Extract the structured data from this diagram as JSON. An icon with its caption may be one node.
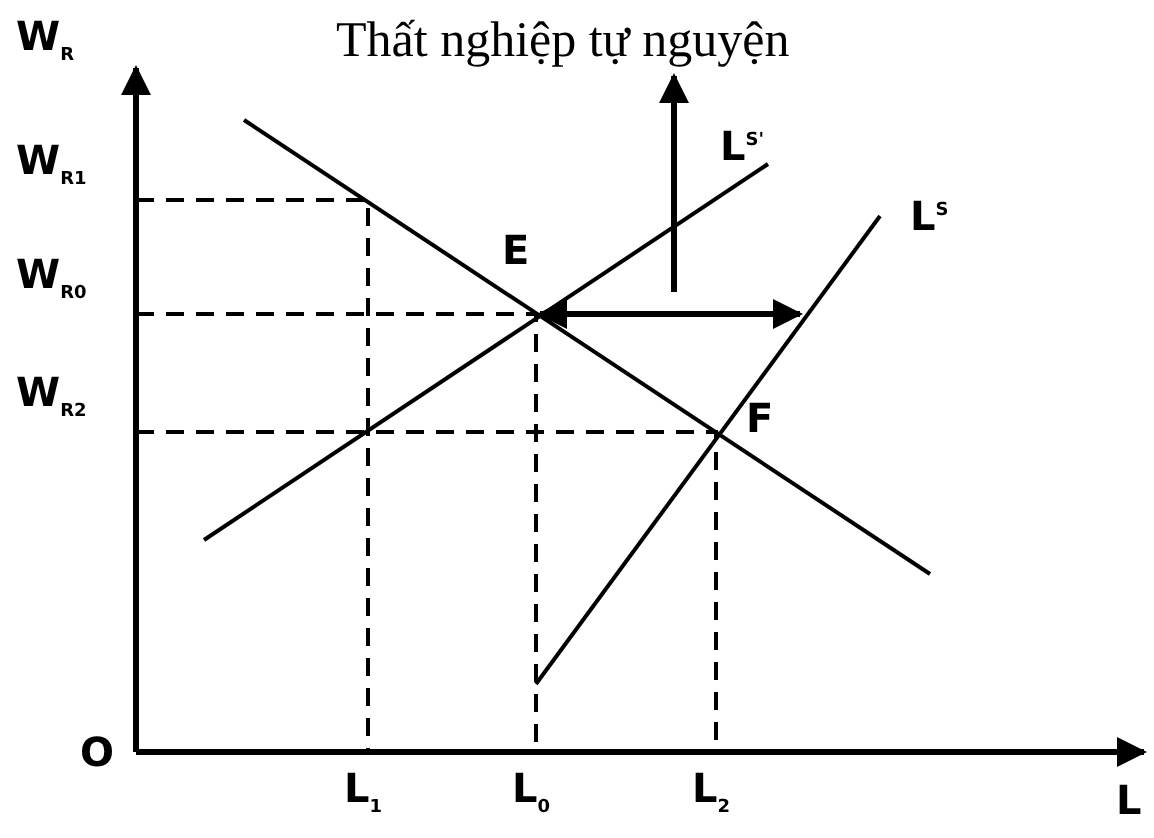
{
  "diagram": {
    "labels": [
      "W$_{R}$",
      "Thất nghiệp tự nguyện",
      "W$_{R1}$",
      "E",
      "L$^{S'}$",
      "L$^{S}$",
      "W$_{R0}$",
      "F",
      "W$_{R2}$",
      "O",
      "L$_{1}$",
      "L$_{0}$",
      "L$_{2}$",
      "L"
    ]
  }
}
